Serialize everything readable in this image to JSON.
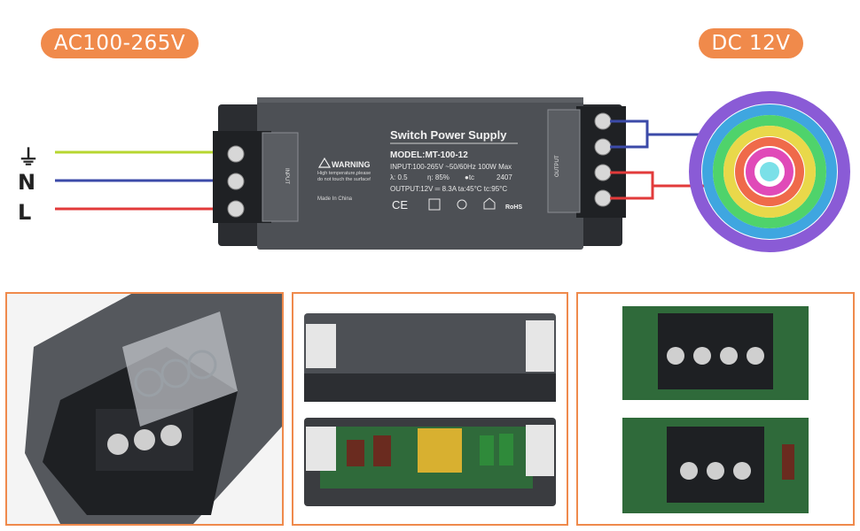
{
  "input_badge": "AC100-265V",
  "output_badge": "DC 12V",
  "wire_labels": {
    "ground": "⏚",
    "neutral": "N",
    "line": "L"
  },
  "psu": {
    "title": "Switch Power Supply",
    "model": "MODEL:MT-100-12",
    "warning_title": "WARNING",
    "warning_text_1": "High temperature,please",
    "warning_text_2": "do not touch the surface!",
    "made_in": "Made In China",
    "input_spec": "INPUT:100-265V ~50/60Hz  100W Max",
    "lambda": "λ: 0.5",
    "efficiency": "η: 85%",
    "tc": "●tc",
    "lot": "2407",
    "output_spec": "OUTPUT:12V ═ 8.3A  ta:45°C  tc:95°C",
    "input_terminal_label": "INPUT",
    "output_terminal_label": "OUTPUT",
    "ce_mark": "CE",
    "rohs_mark": "RoHS"
  },
  "colors": {
    "accent": "#f08a4b",
    "ground_wire": "#b7d630",
    "neutral_wire": "#3b4aa8",
    "line_wire": "#e23a3a",
    "housing": "#4a4d52"
  }
}
